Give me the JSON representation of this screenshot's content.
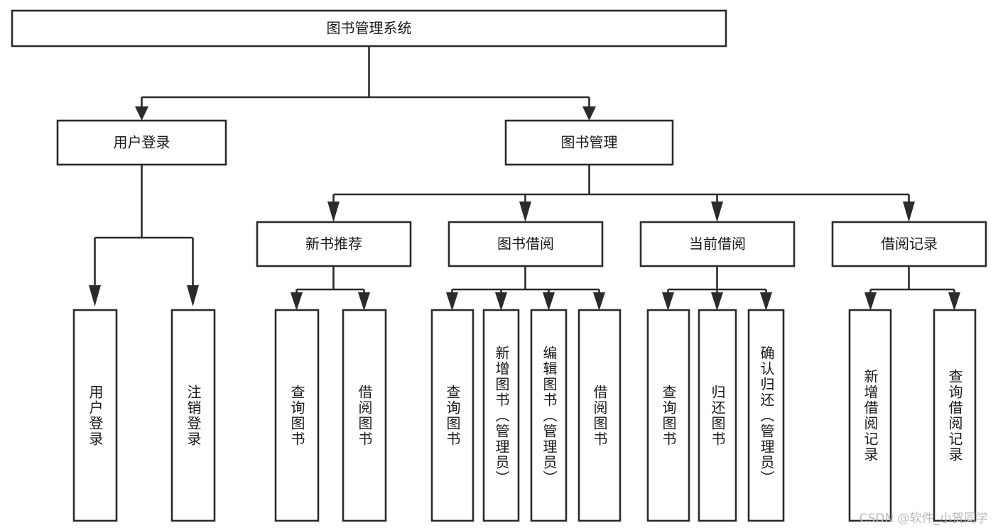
{
  "diagram": {
    "title": "图书管理系统",
    "type": "tree",
    "watermark": "CSDN @软件_小贺同学",
    "colors": {
      "box_stroke": "#2b2b2b",
      "box_fill": "#ffffff",
      "text": "#1a1a1a",
      "connector": "#2b2b2b",
      "watermark": "#b9b9b9",
      "background": "#ffffff"
    },
    "levels": {
      "root": {
        "label": "图书管理系统"
      },
      "level2": [
        {
          "label": "用户登录"
        },
        {
          "label": "图书管理"
        }
      ],
      "level3": [
        {
          "label": "新书推荐"
        },
        {
          "label": "图书借阅"
        },
        {
          "label": "当前借阅"
        },
        {
          "label": "借阅记录"
        }
      ],
      "leaves": [
        {
          "label": "用户登录",
          "parent": "用户登录"
        },
        {
          "label": "注销登录",
          "parent": "用户登录"
        },
        {
          "label": "查询图书",
          "parent": "新书推荐"
        },
        {
          "label": "借阅图书",
          "parent": "新书推荐"
        },
        {
          "label": "查询图书",
          "parent": "图书借阅"
        },
        {
          "label": "新增图书（管理员）",
          "parent": "图书借阅"
        },
        {
          "label": "编辑图书（管理员）",
          "parent": "图书借阅"
        },
        {
          "label": "借阅图书",
          "parent": "图书借阅"
        },
        {
          "label": "查询图书",
          "parent": "当前借阅"
        },
        {
          "label": "归还图书",
          "parent": "当前借阅"
        },
        {
          "label": "确认归还（管理员）",
          "parent": "当前借阅"
        },
        {
          "label": "新增借阅记录",
          "parent": "借阅记录"
        },
        {
          "label": "查询借阅记录",
          "parent": "借阅记录"
        }
      ]
    }
  }
}
